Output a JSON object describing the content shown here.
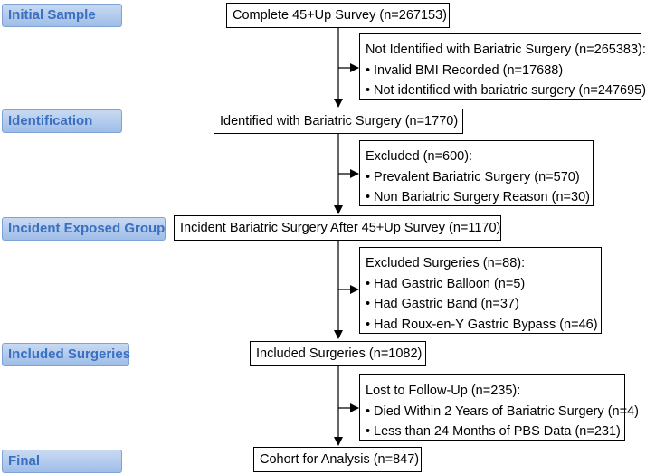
{
  "stages": [
    {
      "label": "Initial Sample"
    },
    {
      "label": "Identification"
    },
    {
      "label": "Incident Exposed Group"
    },
    {
      "label": "Included Surgeries"
    },
    {
      "label": "Final"
    }
  ],
  "main_boxes": [
    {
      "text": "Complete 45+Up Survey (n=267153)"
    },
    {
      "text": "Identified with Bariatric Surgery (n=1770)"
    },
    {
      "text": "Incident Bariatric Surgery After 45+Up Survey (n=1170)"
    },
    {
      "text": "Included Surgeries (n=1082)"
    },
    {
      "text": "Cohort for Analysis (n=847)"
    }
  ],
  "exclusion_boxes": [
    {
      "title": "Not Identified with Bariatric Surgery (n=265383):",
      "items": [
        "Invalid BMI Recorded (n=17688)",
        "Not identified with bariatric surgery (n=247695)"
      ]
    },
    {
      "title": "Excluded (n=600):",
      "items": [
        "Prevalent Bariatric Surgery (n=570)",
        "Non Bariatric Surgery Reason (n=30)"
      ]
    },
    {
      "title": "Excluded Surgeries (n=88):",
      "items": [
        "Had Gastric Balloon (n=5)",
        "Had Gastric Band (n=37)",
        "Had Roux-en-Y Gastric Bypass (n=46)"
      ]
    },
    {
      "title": "Lost to Follow-Up (n=235):",
      "items": [
        "Died Within 2 Years of Bariatric Surgery (n=4)",
        "Less than 24 Months of PBS Data (n=231)"
      ]
    }
  ],
  "bullet_glyph": "•"
}
